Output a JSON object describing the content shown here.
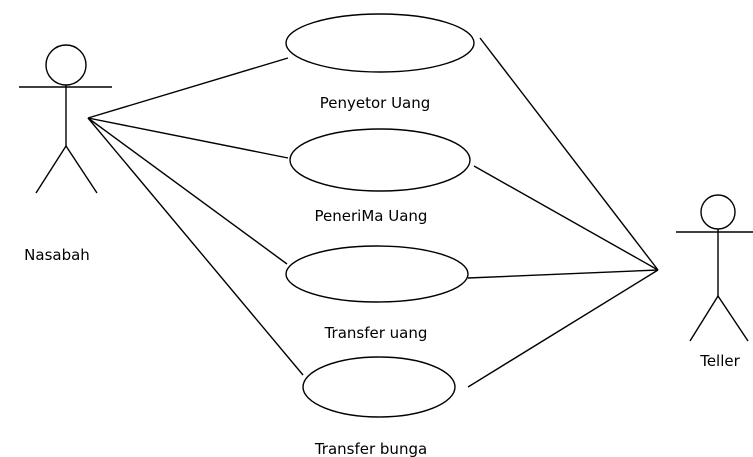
{
  "actors": [
    {
      "id": "nasabah",
      "label": "Nasabah"
    },
    {
      "id": "teller",
      "label": "Teller"
    }
  ],
  "use_cases": [
    {
      "id": "penyetor-uang",
      "label": "Penyetor Uang"
    },
    {
      "id": "penerima-uang",
      "label": "PeneriMa Uang"
    },
    {
      "id": "transfer-uang",
      "label": "Transfer uang"
    },
    {
      "id": "transfer-bunga",
      "label": "Transfer bunga"
    }
  ],
  "associations": [
    {
      "from": "nasabah",
      "to": "penyetor-uang"
    },
    {
      "from": "nasabah",
      "to": "penerima-uang"
    },
    {
      "from": "nasabah",
      "to": "transfer-uang"
    },
    {
      "from": "nasabah",
      "to": "transfer-bunga"
    },
    {
      "from": "teller",
      "to": "penyetor-uang"
    },
    {
      "from": "teller",
      "to": "penerima-uang"
    },
    {
      "from": "teller",
      "to": "transfer-uang"
    },
    {
      "from": "teller",
      "to": "transfer-bunga"
    }
  ]
}
